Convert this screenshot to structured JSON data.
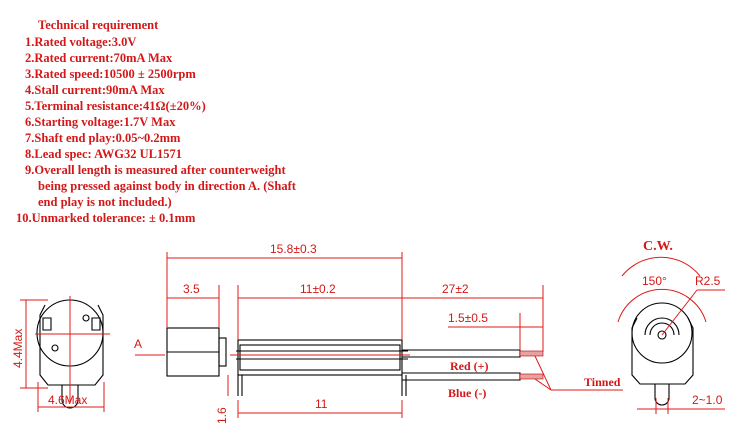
{
  "spec": {
    "title": "Technical requirement",
    "items": [
      {
        "num": "1.",
        "text": "Rated voltage:3.0V"
      },
      {
        "num": "2.",
        "text": "Rated current:70mA Max"
      },
      {
        "num": "3.",
        "text": "Rated speed:10500 ± 2500rpm"
      },
      {
        "num": "4.",
        "text": "Stall current:90mA Max"
      },
      {
        "num": "5.",
        "text": "Terminal resistance:41Ω(±20%)"
      },
      {
        "num": "6.",
        "text": "Starting voltage:1.7V  Max"
      },
      {
        "num": "7.",
        "text": "Shaft end play:0.05~0.2mm"
      },
      {
        "num": "8.",
        "text": "Lead spec:   AWG32 UL1571"
      },
      {
        "num": "9.",
        "text": "Overall length is measured after counterweight"
      },
      {
        "num": "",
        "text": "being pressed against body in direction A. (Shaft"
      },
      {
        "num": "",
        "text": "end play is not included.)"
      },
      {
        "num": "10.",
        "text": "Unmarked tolerance: ± 0.1mm"
      }
    ]
  },
  "drawing": {
    "height_dim": "4.4Max",
    "width_dim": "4.6Max",
    "overall_len": "15.8±0.3",
    "weight_len": "3.5",
    "body_len": "11±0.2",
    "lead_len": "27±2",
    "strip_len": "1.5±0.5",
    "terminal_len": "11",
    "terminal_h": "1.6",
    "direction": "A",
    "red_lead": "Red (+)",
    "blue_lead": "Blue (-)",
    "tinned": "Tinned",
    "rotation": "C.W.",
    "angle": "150°",
    "radius": "R2.5",
    "tail_dim": "2~1.0"
  }
}
